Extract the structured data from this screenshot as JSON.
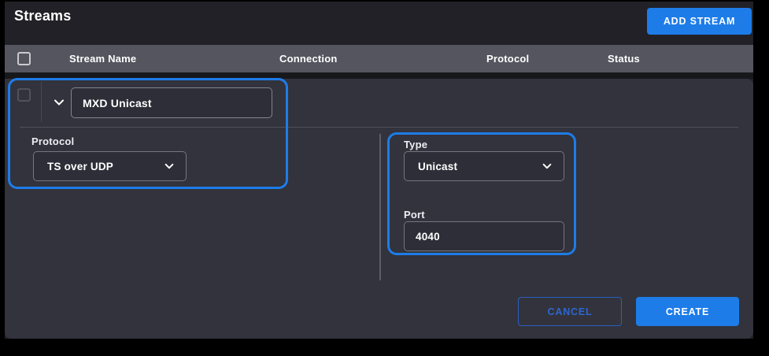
{
  "page": {
    "title": "Streams"
  },
  "toolbar": {
    "add_stream_label": "ADD STREAM"
  },
  "table": {
    "columns": [
      "Stream Name",
      "Connection",
      "Protocol",
      "Status"
    ]
  },
  "stream_row": {
    "name_value": "MXD Unicast",
    "protocol_label": "Protocol",
    "protocol_value": "TS over UDP",
    "type_label": "Type",
    "type_value": "Unicast",
    "port_label": "Port",
    "port_value": "4040"
  },
  "actions": {
    "cancel_label": "CANCEL",
    "create_label": "CREATE"
  },
  "icons": {
    "expander": "chevron-down-icon",
    "protocol_dropdown": "chevron-down-icon",
    "type_dropdown": "chevron-down-icon"
  },
  "colors": {
    "accent_blue": "#1e7ce8",
    "panel_background": "#32333c",
    "header_row_background": "#54555e",
    "page_background": "#212127"
  }
}
